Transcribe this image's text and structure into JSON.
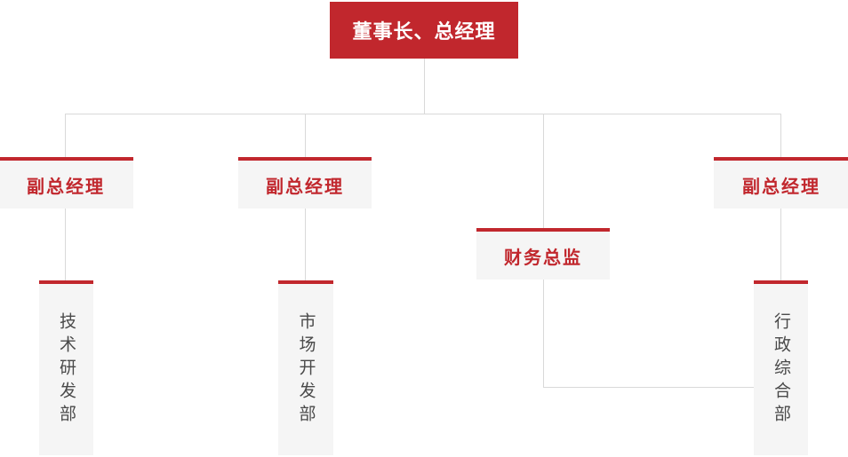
{
  "org_chart": {
    "root": {
      "label": "董事长、总经理"
    },
    "managers": [
      {
        "label": "副总经理"
      },
      {
        "label": "副总经理"
      },
      {
        "label": "财务总监"
      },
      {
        "label": "副总经理"
      }
    ],
    "departments": [
      {
        "label": "技术研发部"
      },
      {
        "label": "市场开发部"
      },
      {
        "label": "行政综合部"
      }
    ],
    "colors": {
      "accent_red": "#c1272d",
      "node_bg": "#f5f5f5",
      "connector": "#d9d9d9",
      "dept_text": "#4a4a4a",
      "root_text": "#ffffff",
      "page_bg": "#ffffff"
    }
  }
}
